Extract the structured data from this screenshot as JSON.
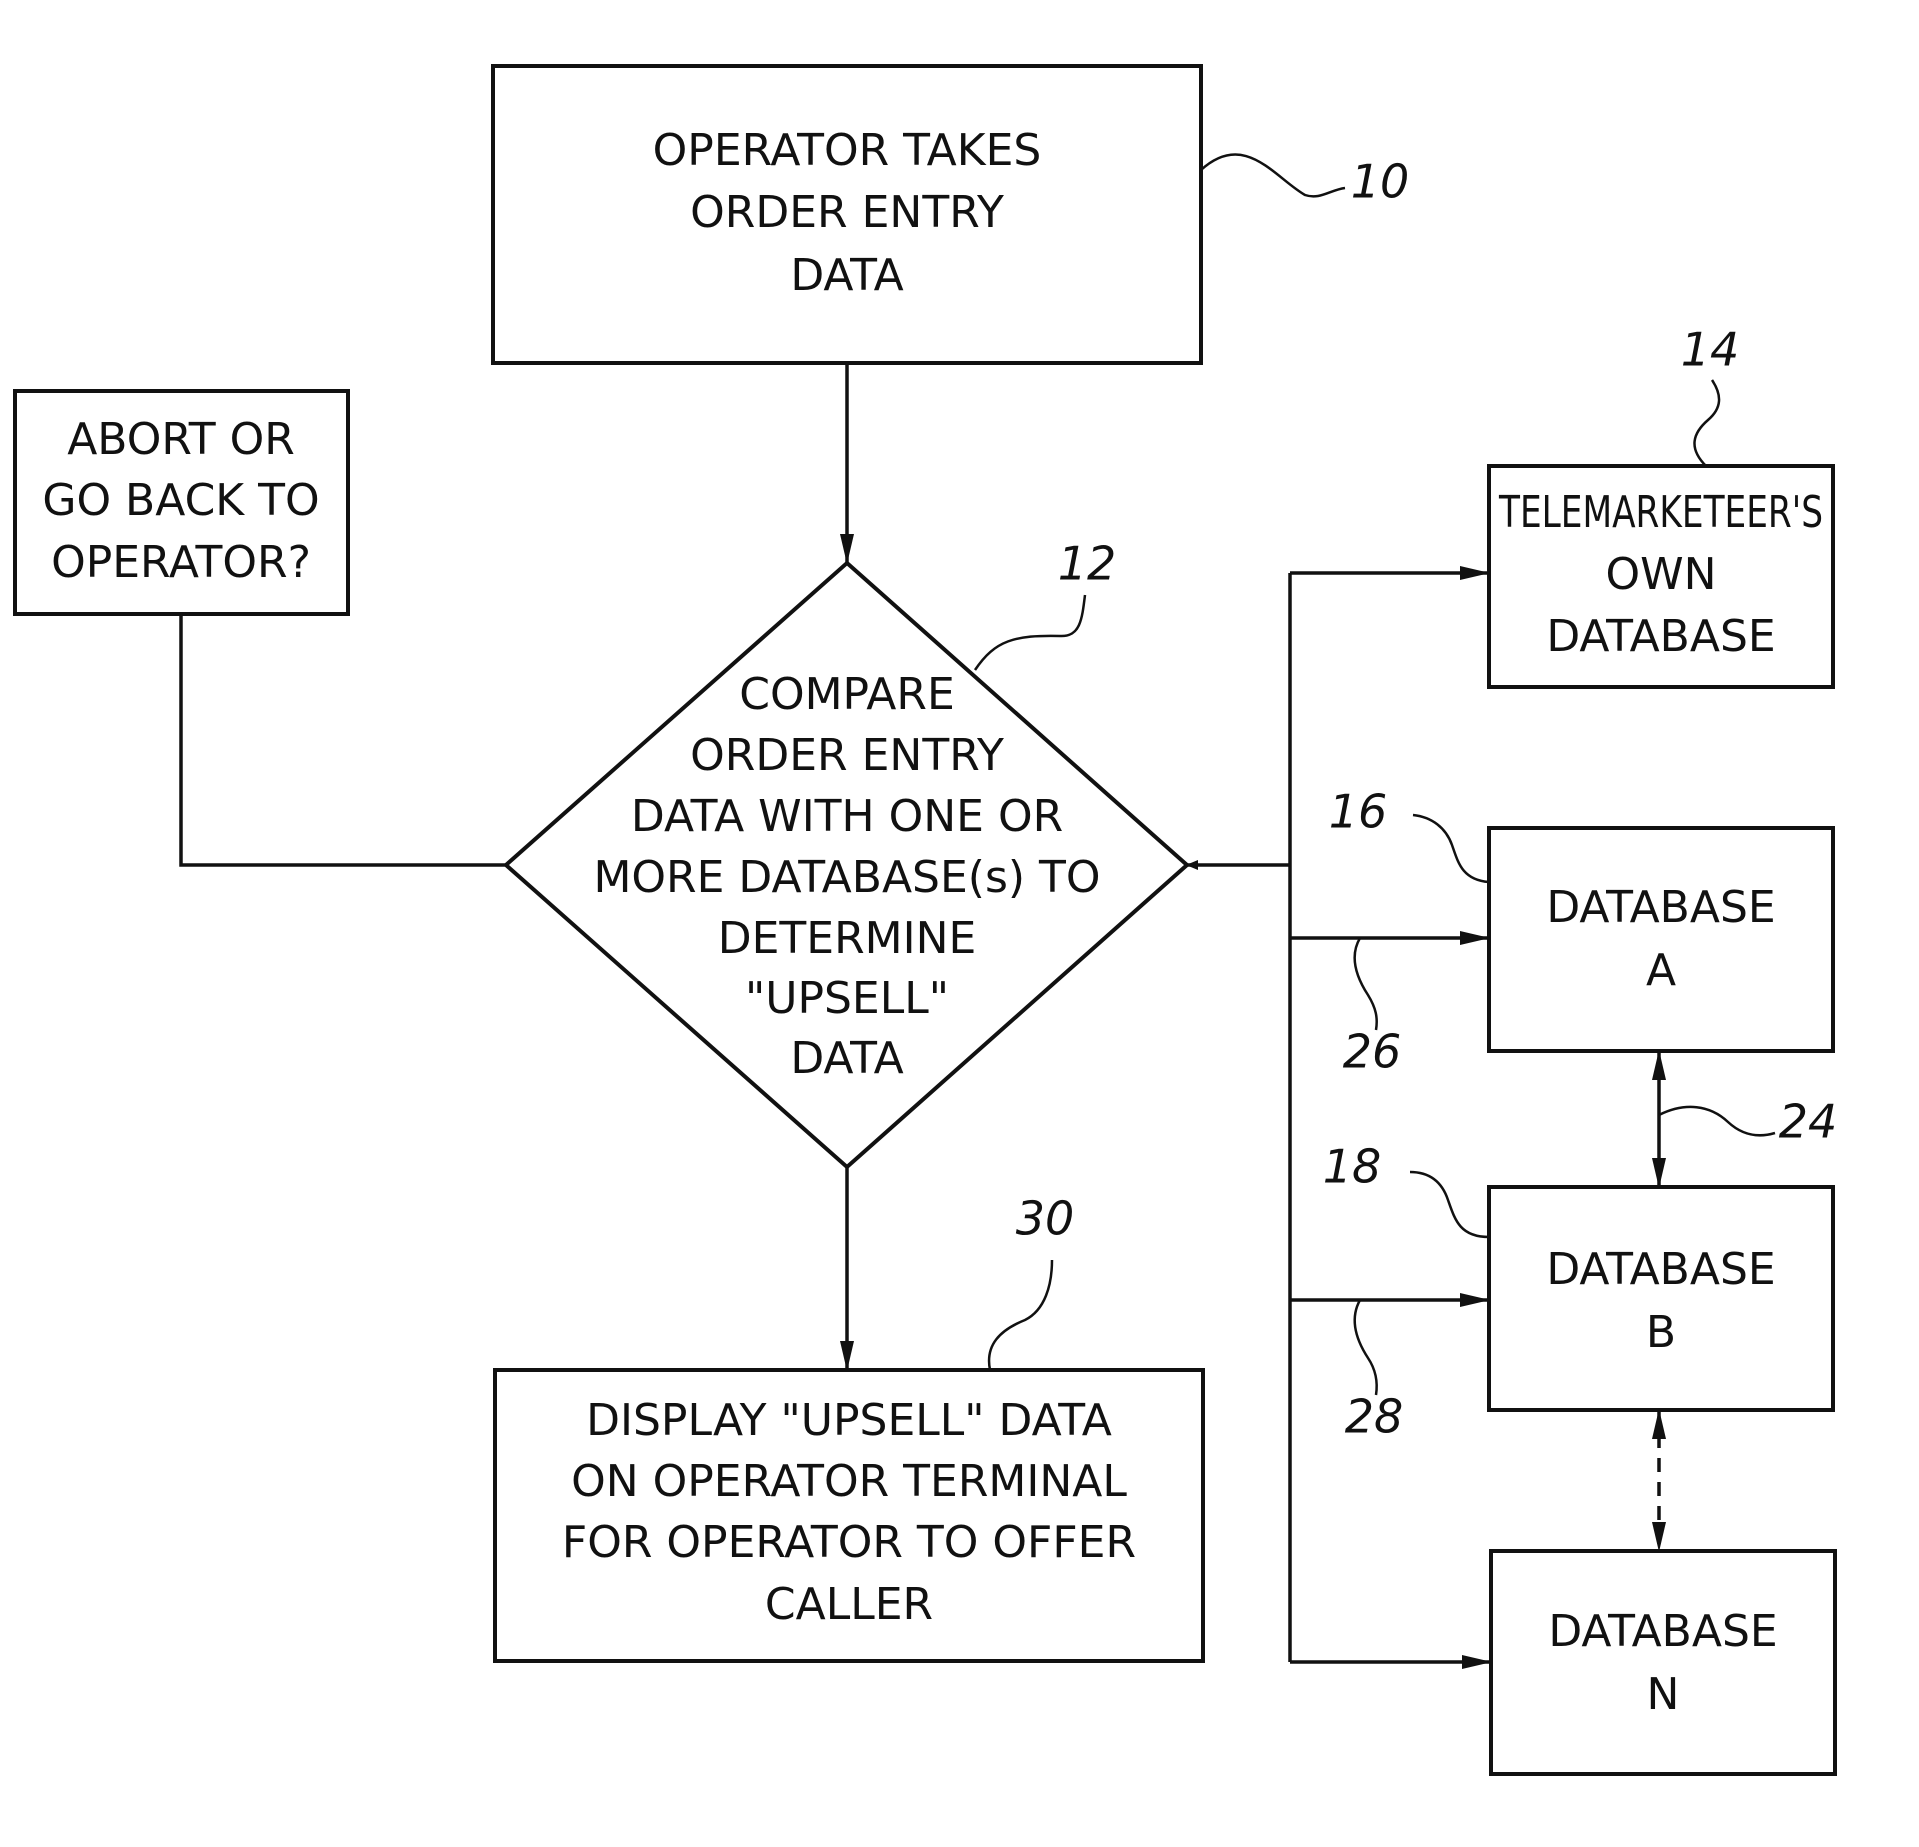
{
  "nodes": {
    "operator_takes": {
      "ref": "10",
      "lines": [
        "OPERATOR TAKES",
        "ORDER ENTRY",
        "DATA"
      ]
    },
    "compare": {
      "ref": "12",
      "lines": [
        "COMPARE",
        "ORDER ENTRY",
        "DATA WITH ONE OR",
        "MORE DATABASE(s) TO",
        "DETERMINE",
        "\"UPSELL\"",
        "DATA"
      ]
    },
    "abort": {
      "lines": [
        "ABORT OR",
        "GO BACK TO",
        "OPERATOR?"
      ]
    },
    "display": {
      "ref": "30",
      "lines": [
        "DISPLAY \"UPSELL\" DATA",
        "ON OPERATOR TERMINAL",
        "FOR OPERATOR TO OFFER",
        "CALLER"
      ]
    },
    "own_database": {
      "ref": "14",
      "lines": [
        "TELEMARKETEER'S",
        "OWN",
        "DATABASE"
      ]
    },
    "database_a": {
      "ref": "16",
      "lines": [
        "DATABASE",
        "A"
      ]
    },
    "database_b": {
      "ref": "18",
      "lines": [
        "DATABASE",
        "B"
      ]
    },
    "database_n": {
      "lines": [
        "DATABASE",
        "N"
      ]
    }
  },
  "connector_refs": {
    "link_a_b": "24",
    "link_a": "26",
    "link_b": "28"
  }
}
